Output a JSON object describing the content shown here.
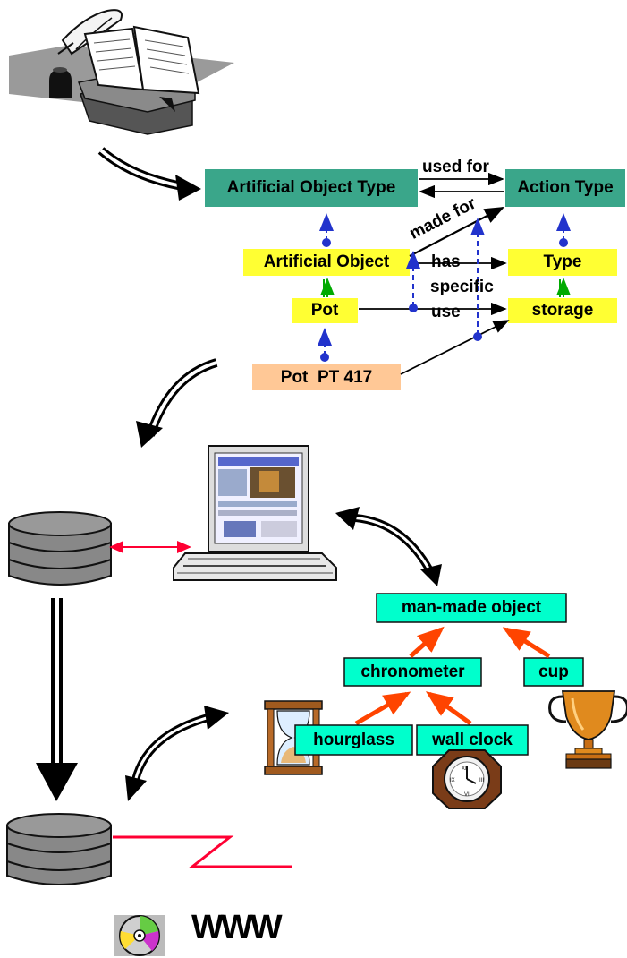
{
  "ontology": {
    "artificial_object_type": "Artificial Object Type",
    "action_type": "Action Type",
    "artificial_object": "Artificial Object",
    "type": "Type",
    "pot": "Pot",
    "storage": "storage",
    "pot_instance": "Pot  PT 417",
    "rel_used_for": "used for",
    "rel_made_for": "made for",
    "rel_has": "has",
    "rel_specific": "specific",
    "rel_use": "use"
  },
  "taxonomy": {
    "root": "man-made object",
    "chronometer": "chronometer",
    "cup": "cup",
    "hourglass": "hourglass",
    "wall_clock": "wall clock"
  },
  "web": {
    "label": "WWW"
  },
  "colors": {
    "type_box": "#3aa68a",
    "instance_box": "#ffff33",
    "individual_box": "#ffc896",
    "taxonomy_box": "#00ffcc",
    "dashed_link": "#2233cc",
    "subclass_link": "#00aa00",
    "taxonomy_link": "#ff4400",
    "db_link": "#ff0033"
  },
  "icons": [
    "book-ink-clipart-icon",
    "computer-terminal-icon",
    "database-icon",
    "hourglass-icon",
    "wall-clock-icon",
    "trophy-cup-icon",
    "cd-rom-icon"
  ]
}
